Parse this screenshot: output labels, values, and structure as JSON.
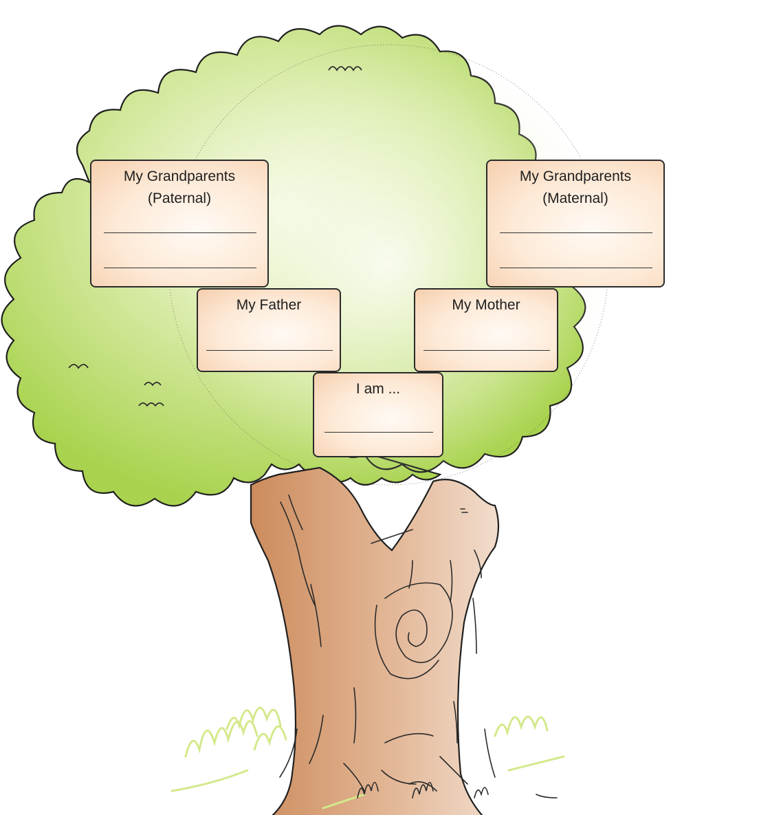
{
  "cards": {
    "grandparents_paternal": {
      "line1": "My Grandparents",
      "line2": "(Paternal)"
    },
    "grandparents_maternal": {
      "line1": "My Grandparents",
      "line2": "(Maternal)"
    },
    "father": {
      "label": "My Father"
    },
    "mother": {
      "label": "My Mother"
    },
    "self": {
      "label": "I am ..."
    }
  },
  "colors": {
    "foliage_light": "#eef6d8",
    "foliage_dark": "#a9d34f",
    "trunk_dark": "#c98554",
    "trunk_light": "#f4e3d6",
    "grass": "#d7ec8a",
    "card_fill": "#fde9d6",
    "outline": "#2a2a2a"
  }
}
